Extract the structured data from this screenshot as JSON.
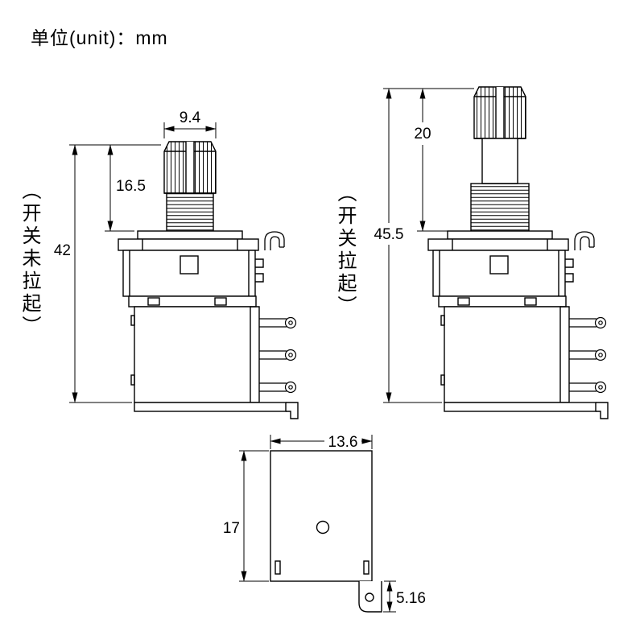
{
  "unit_label": "单位(unit)：mm",
  "views": {
    "left": {
      "caption": "（开关未拉起）",
      "dim_knob_width": "9.4",
      "dim_shaft_height": "16.5",
      "dim_total_height": "42"
    },
    "right": {
      "caption": "（开关拉起）",
      "dim_shaft_height": "20",
      "dim_total_height": "45.5"
    },
    "bottom": {
      "dim_width": "13.6",
      "dim_height": "17",
      "dim_tab_offset": "5.16"
    }
  },
  "colors": {
    "line": "#000000",
    "background": "#ffffff"
  }
}
